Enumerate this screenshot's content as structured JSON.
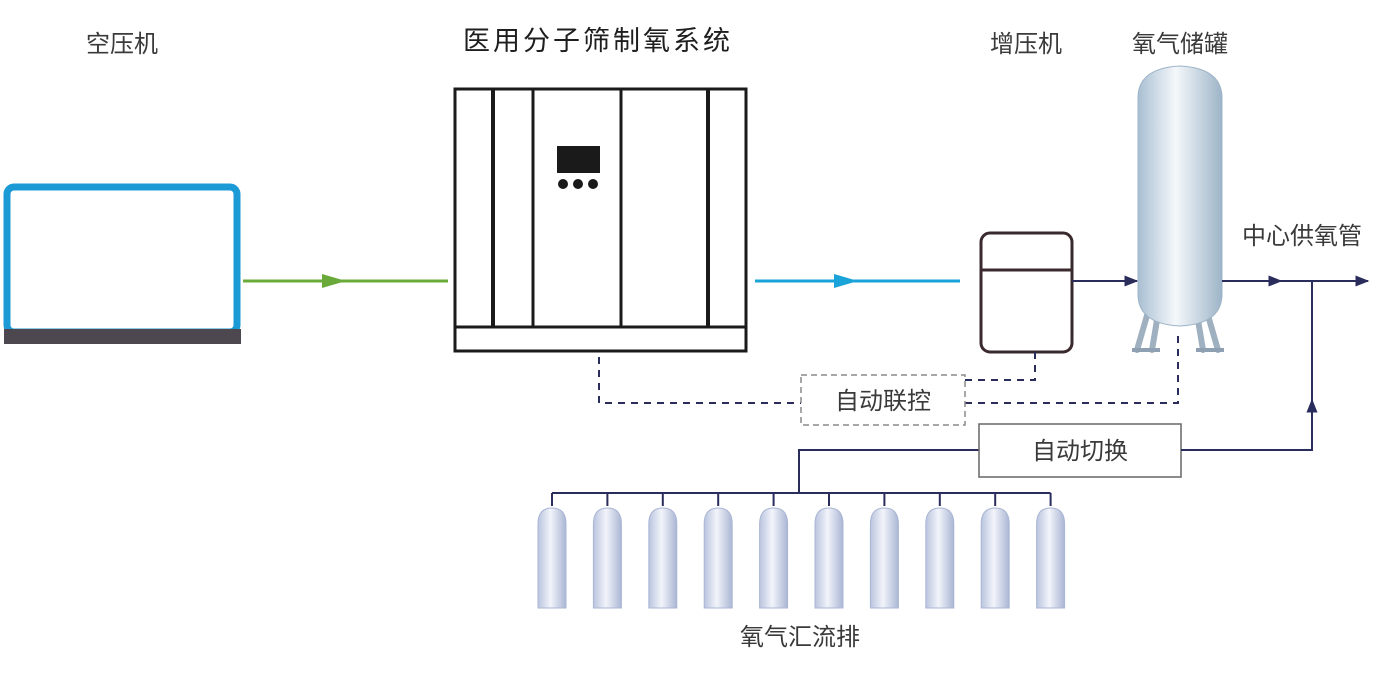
{
  "diagram": {
    "labels": {
      "air_compressor": "空压机",
      "psa_system": "医用分子筛制氧系统",
      "booster": "增压机",
      "storage_tank": "氧气储罐",
      "central_pipe": "中心供氧管",
      "auto_link": "自动联控",
      "auto_switch": "自动切换",
      "manifold": "氧气汇流排"
    },
    "cylinder_count": 10,
    "colors": {
      "air_line": "#6aaa3a",
      "oxygen_line": "#1aa3d9",
      "compressor_frame": "#1c9ad6",
      "compressor_base": "#4d4750",
      "control_line": "#2a2d5c",
      "control_box_border": "#8a8a8a",
      "switch_box_border": "#666666",
      "cylinder_tint": "#b9c4de"
    }
  }
}
